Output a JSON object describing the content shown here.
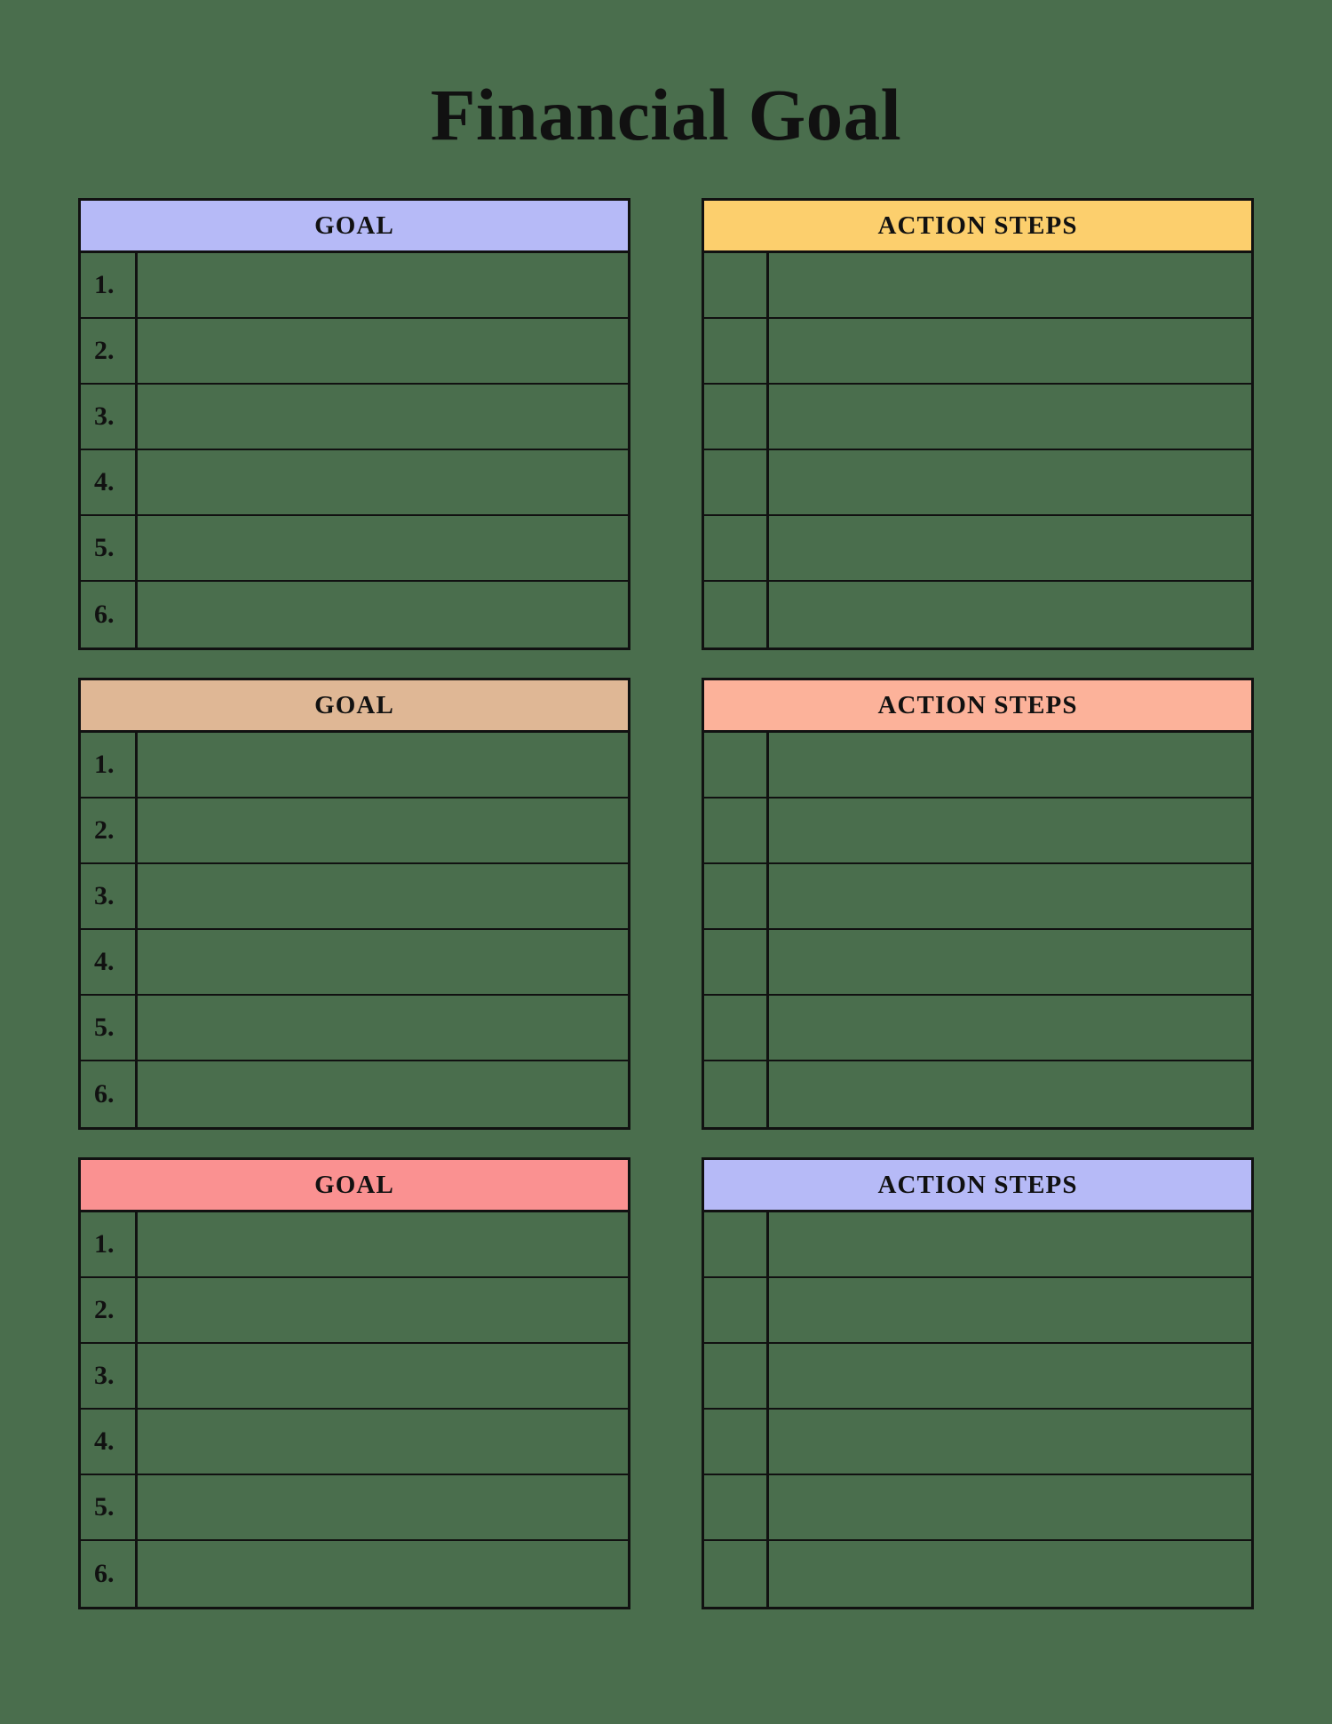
{
  "page": {
    "title": "Financial Goal",
    "background_color": "#4a6e4d",
    "ink_color": "#111111"
  },
  "groups": [
    {
      "goal": {
        "header_label": "GOAL",
        "header_color": "#b6baf7",
        "rows": [
          {
            "number": "1.",
            "value": ""
          },
          {
            "number": "2.",
            "value": ""
          },
          {
            "number": "3.",
            "value": ""
          },
          {
            "number": "4.",
            "value": ""
          },
          {
            "number": "5.",
            "value": ""
          },
          {
            "number": "6.",
            "value": ""
          }
        ]
      },
      "action": {
        "header_label": "ACTION STEPS",
        "header_color": "#fccf6d",
        "rows": [
          {
            "number": "",
            "value": ""
          },
          {
            "number": "",
            "value": ""
          },
          {
            "number": "",
            "value": ""
          },
          {
            "number": "",
            "value": ""
          },
          {
            "number": "",
            "value": ""
          },
          {
            "number": "",
            "value": ""
          }
        ]
      }
    },
    {
      "goal": {
        "header_label": "GOAL",
        "header_color": "#dfb795",
        "rows": [
          {
            "number": "1.",
            "value": ""
          },
          {
            "number": "2.",
            "value": ""
          },
          {
            "number": "3.",
            "value": ""
          },
          {
            "number": "4.",
            "value": ""
          },
          {
            "number": "5.",
            "value": ""
          },
          {
            "number": "6.",
            "value": ""
          }
        ]
      },
      "action": {
        "header_label": "ACTION STEPS",
        "header_color": "#fcb29a",
        "rows": [
          {
            "number": "",
            "value": ""
          },
          {
            "number": "",
            "value": ""
          },
          {
            "number": "",
            "value": ""
          },
          {
            "number": "",
            "value": ""
          },
          {
            "number": "",
            "value": ""
          },
          {
            "number": "",
            "value": ""
          }
        ]
      }
    },
    {
      "goal": {
        "header_label": "GOAL",
        "header_color": "#fa9191",
        "rows": [
          {
            "number": "1.",
            "value": ""
          },
          {
            "number": "2.",
            "value": ""
          },
          {
            "number": "3.",
            "value": ""
          },
          {
            "number": "4.",
            "value": ""
          },
          {
            "number": "5.",
            "value": ""
          },
          {
            "number": "6.",
            "value": ""
          }
        ]
      },
      "action": {
        "header_label": "ACTION STEPS",
        "header_color": "#b6baf7",
        "rows": [
          {
            "number": "",
            "value": ""
          },
          {
            "number": "",
            "value": ""
          },
          {
            "number": "",
            "value": ""
          },
          {
            "number": "",
            "value": ""
          },
          {
            "number": "",
            "value": ""
          },
          {
            "number": "",
            "value": ""
          }
        ]
      }
    }
  ]
}
